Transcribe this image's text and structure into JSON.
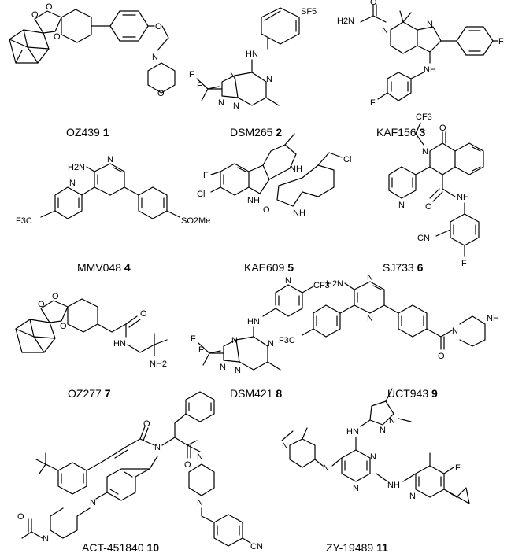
{
  "compounds": [
    {
      "name": "OZ439",
      "number": "1"
    },
    {
      "name": "DSM265",
      "number": "2"
    },
    {
      "name": "KAF156",
      "number": "3"
    },
    {
      "name": "MMV048",
      "number": "4"
    },
    {
      "name": "KAE609",
      "number": "5"
    },
    {
      "name": "SJ733",
      "number": "6"
    },
    {
      "name": "OZ277",
      "number": "7"
    },
    {
      "name": "DSM421",
      "number": "8"
    },
    {
      "name": "UCT943",
      "number": "9"
    },
    {
      "name": "ACT-451840",
      "number": "10"
    },
    {
      "name": "ZY-19489",
      "number": "11"
    }
  ],
  "atom_labels": {
    "o": "O",
    "n": "N",
    "nh": "NH",
    "h2n": "H2N",
    "nh2": "NH2",
    "f": "F",
    "cl": "Cl",
    "sf5": "SF5",
    "cf3": "CF3",
    "f3c": "F3C",
    "so2me": "SO2Me",
    "cn": "CN",
    "hn": "HN",
    "oo": "O–O"
  }
}
